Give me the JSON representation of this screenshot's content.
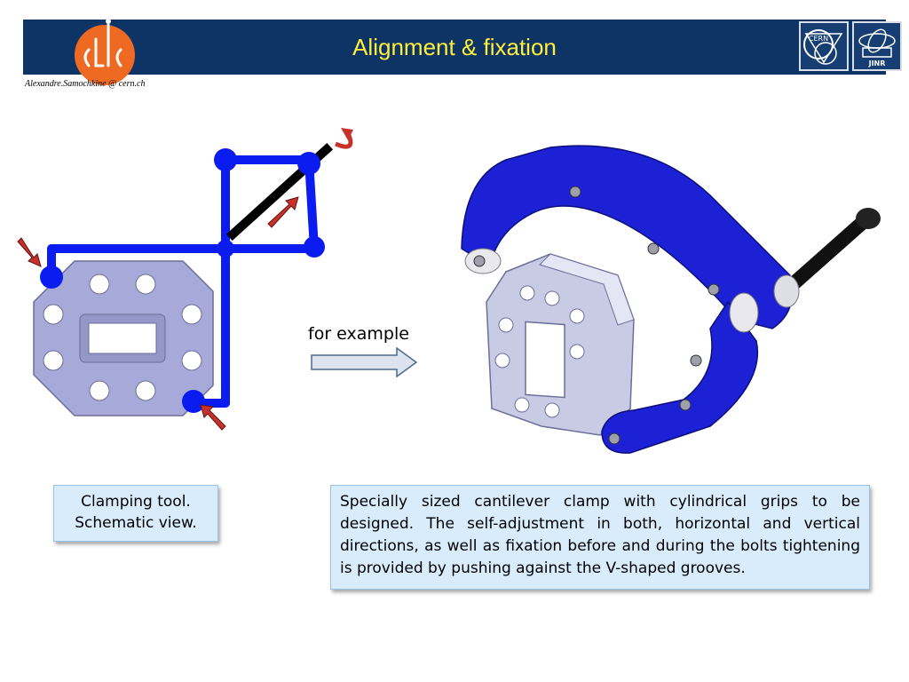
{
  "header": {
    "title": "Alignment & fixation",
    "author": "Alexandre.Samochkine @ cern.ch",
    "logos": {
      "clic": "CLIC",
      "cern": "CERN",
      "jinr": "JINR"
    },
    "background_color": "#0e3466",
    "title_color": "#ffef3a"
  },
  "main": {
    "for_example": "for example",
    "caption_left": {
      "line1": "Clamping tool.",
      "line2": "Schematic view."
    },
    "caption_right": "Specially sized cantilever clamp with cylindrical grips to be designed. The self-adjustment in both, horizontal and vertical directions, as well as fixation before and during the bolts tightening is provided by pushing against the V-shaped grooves."
  },
  "colors": {
    "schematic_blue": "#0a1cf0",
    "plate_lavender": "#a7a9d8",
    "clamp_blue": "#1d21d6",
    "caption_bg": "#d9ecfb",
    "arrow_red": "#c8302a"
  }
}
